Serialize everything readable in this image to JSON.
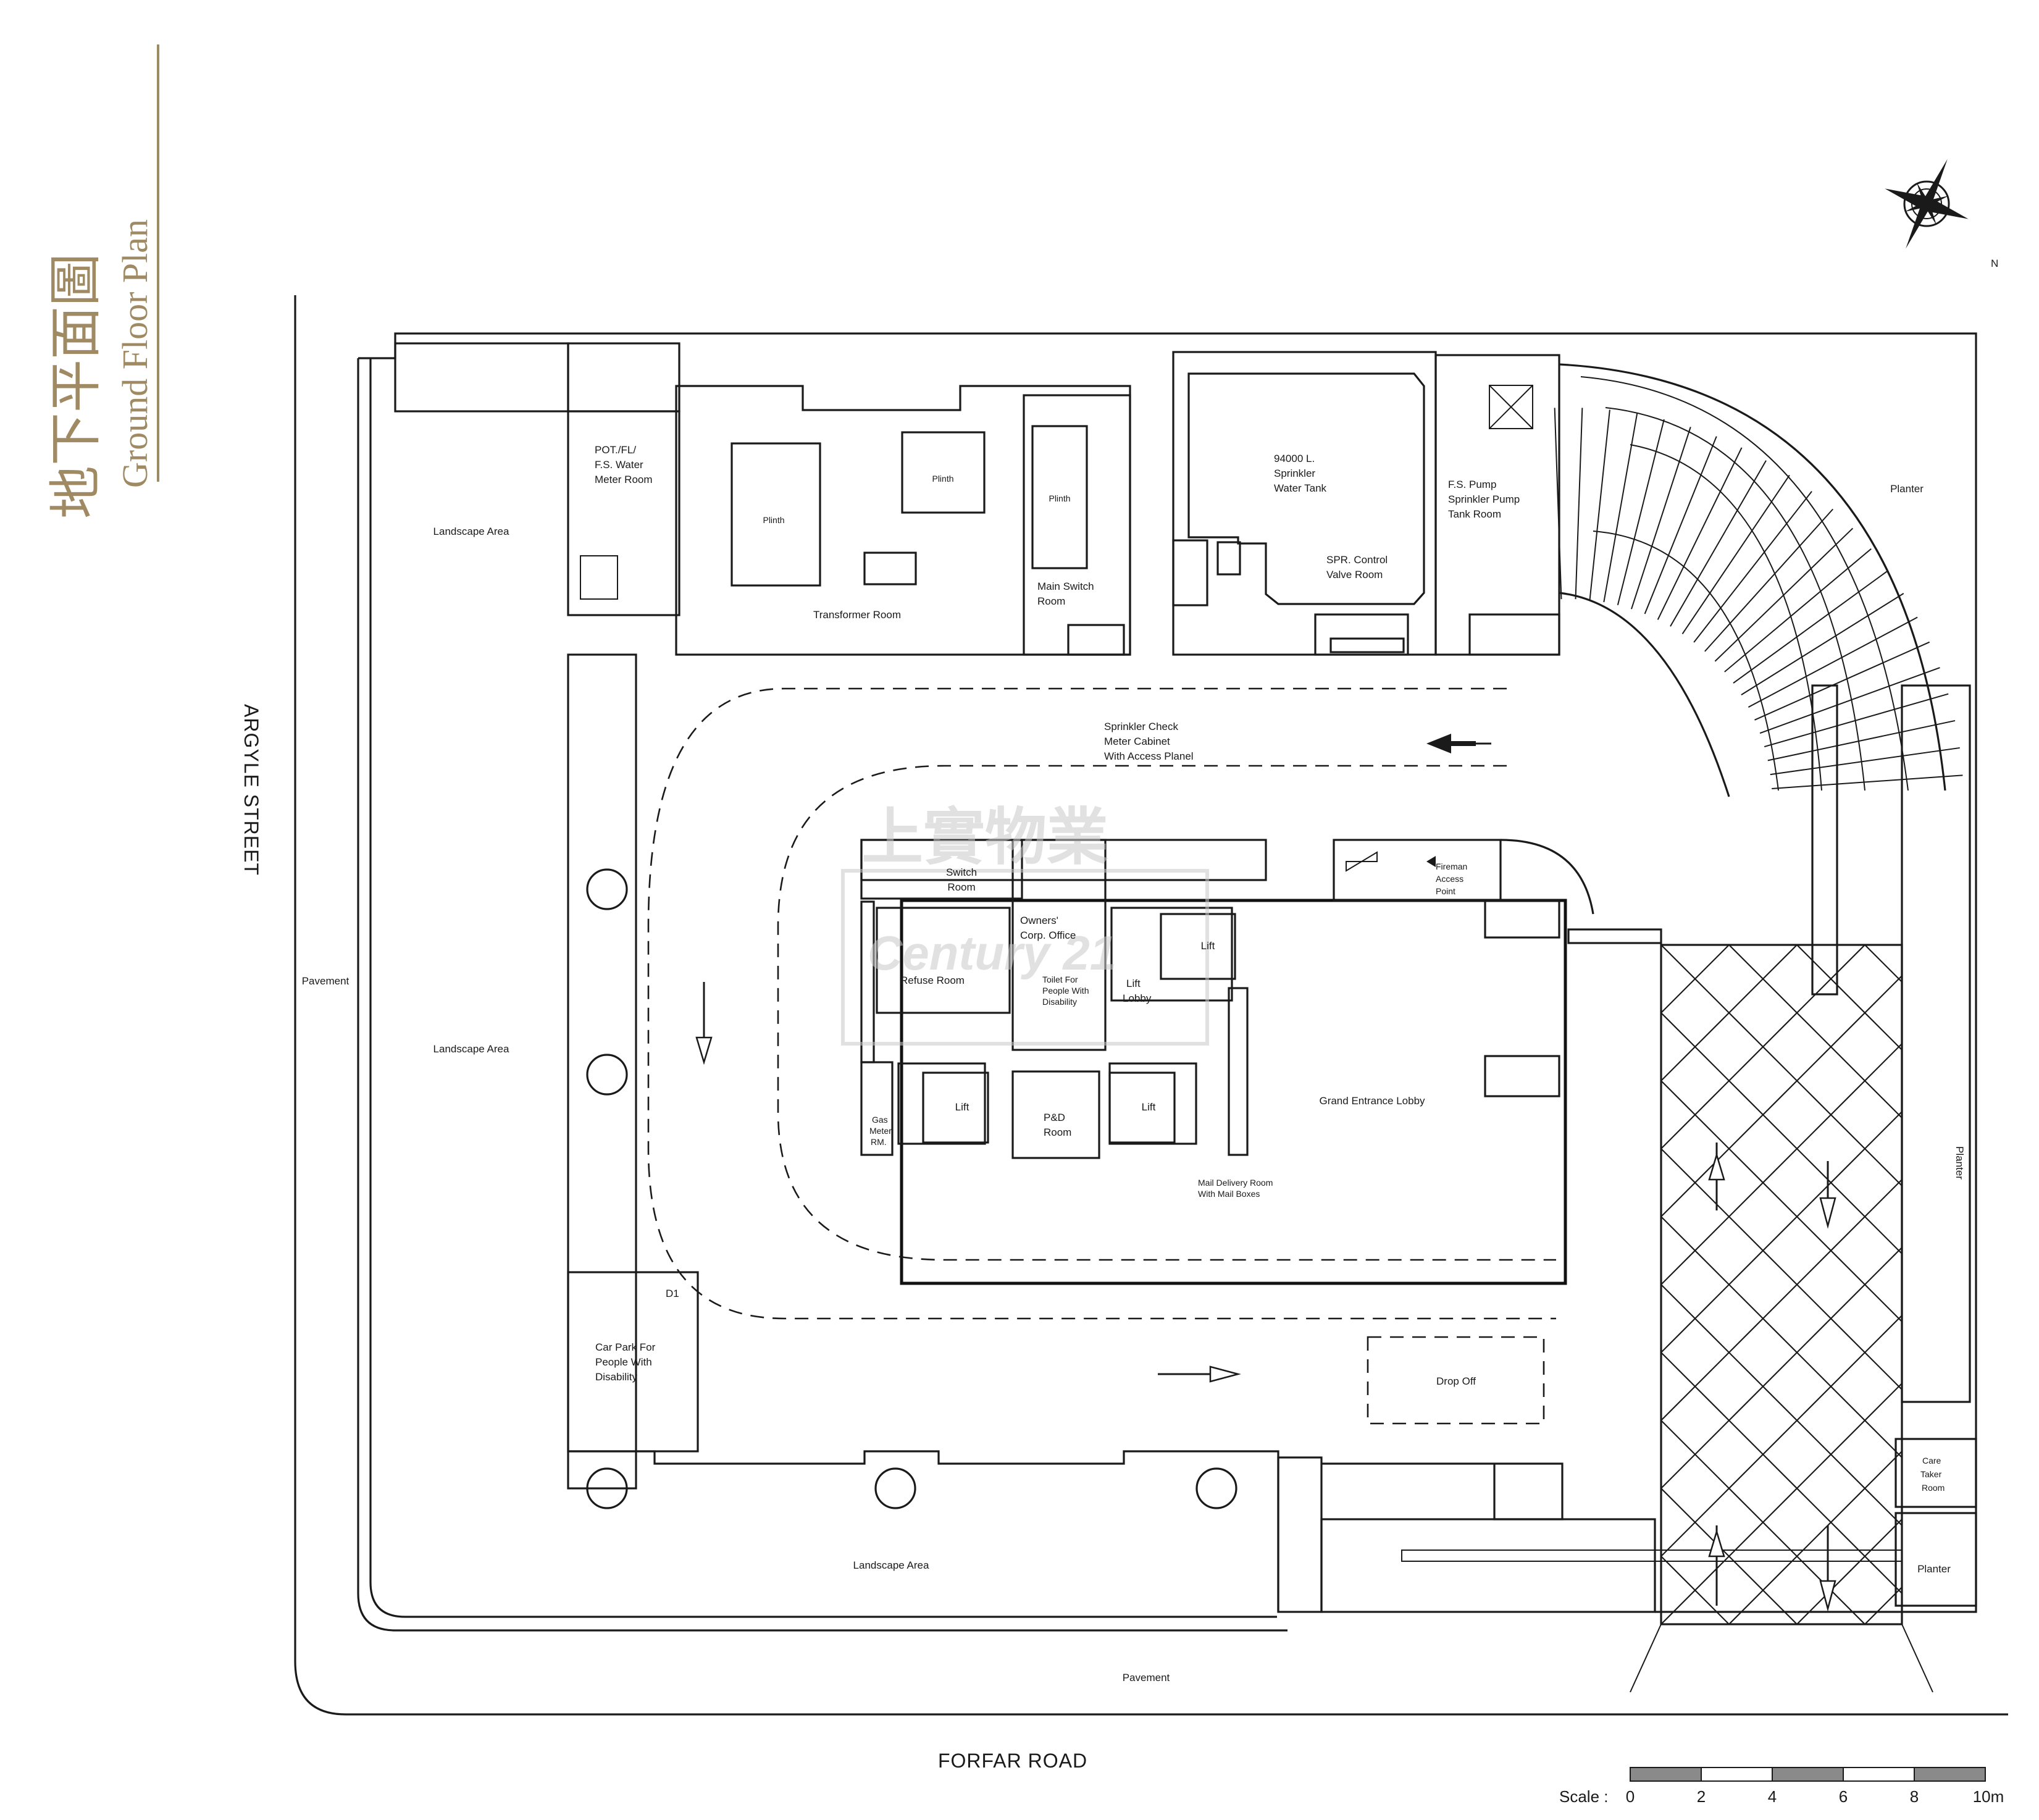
{
  "title": {
    "chinese": "地下平面圖",
    "english": "Ground Floor Plan",
    "color": "#a08a63"
  },
  "compass": {
    "north_label": "N"
  },
  "streets": {
    "west": "ARGYLE STREET",
    "south": "FORFAR ROAD"
  },
  "watermark": {
    "chinese": "上實物業",
    "english": "Century 21",
    "color": "#c9c9c9"
  },
  "rooms": {
    "pot_meter": [
      "POT./FL/",
      "F.S. Water",
      "Meter Room"
    ],
    "plinth": "Plinth",
    "transformer": "Transformer Room",
    "main_switch": [
      "Main Switch",
      "Room"
    ],
    "sprinkler_tank": [
      "94000 L.",
      "Sprinkler",
      "Water Tank"
    ],
    "spr_control": [
      "SPR. Control",
      "Valve Room"
    ],
    "fs_pump": [
      "F.S. Pump",
      "Sprinkler Pump",
      "Tank Room"
    ],
    "sprinkler_check": [
      "Sprinkler Check",
      "Meter Cabinet",
      "With Access Planel"
    ],
    "fireman_access": [
      "Fireman",
      "Access",
      "Point"
    ],
    "switch_room": [
      "Switch",
      "Room"
    ],
    "owners_office": [
      "Owners'",
      "Corp. Office"
    ],
    "refuse_room": "Refuse Room",
    "toilet": [
      "Toilet For",
      "People With",
      "Disability"
    ],
    "lift_lobby": [
      "Lift",
      "Lobby"
    ],
    "lift": "Lift",
    "gas_meter": [
      "Gas",
      "Meter",
      "RM."
    ],
    "pd_room": [
      "P&D",
      "Room"
    ],
    "grand_lobby": "Grand Entrance Lobby",
    "mail_delivery": [
      "Mail Delivery Room",
      "With Mail Boxes"
    ],
    "car_park_code": "D1",
    "car_park": [
      "Car Park For",
      "People With",
      "Disability"
    ],
    "drop_off": "Drop Off",
    "care_taker": [
      "Care",
      "Taker",
      "Room"
    ],
    "landscape": "Landscape Area",
    "planter": "Planter",
    "pavement": "Pavement"
  },
  "scale": {
    "prefix": "Scale :",
    "ticks": [
      "0",
      "2",
      "4",
      "6",
      "8",
      "10m"
    ],
    "dark_color": "#8a8a8a"
  }
}
